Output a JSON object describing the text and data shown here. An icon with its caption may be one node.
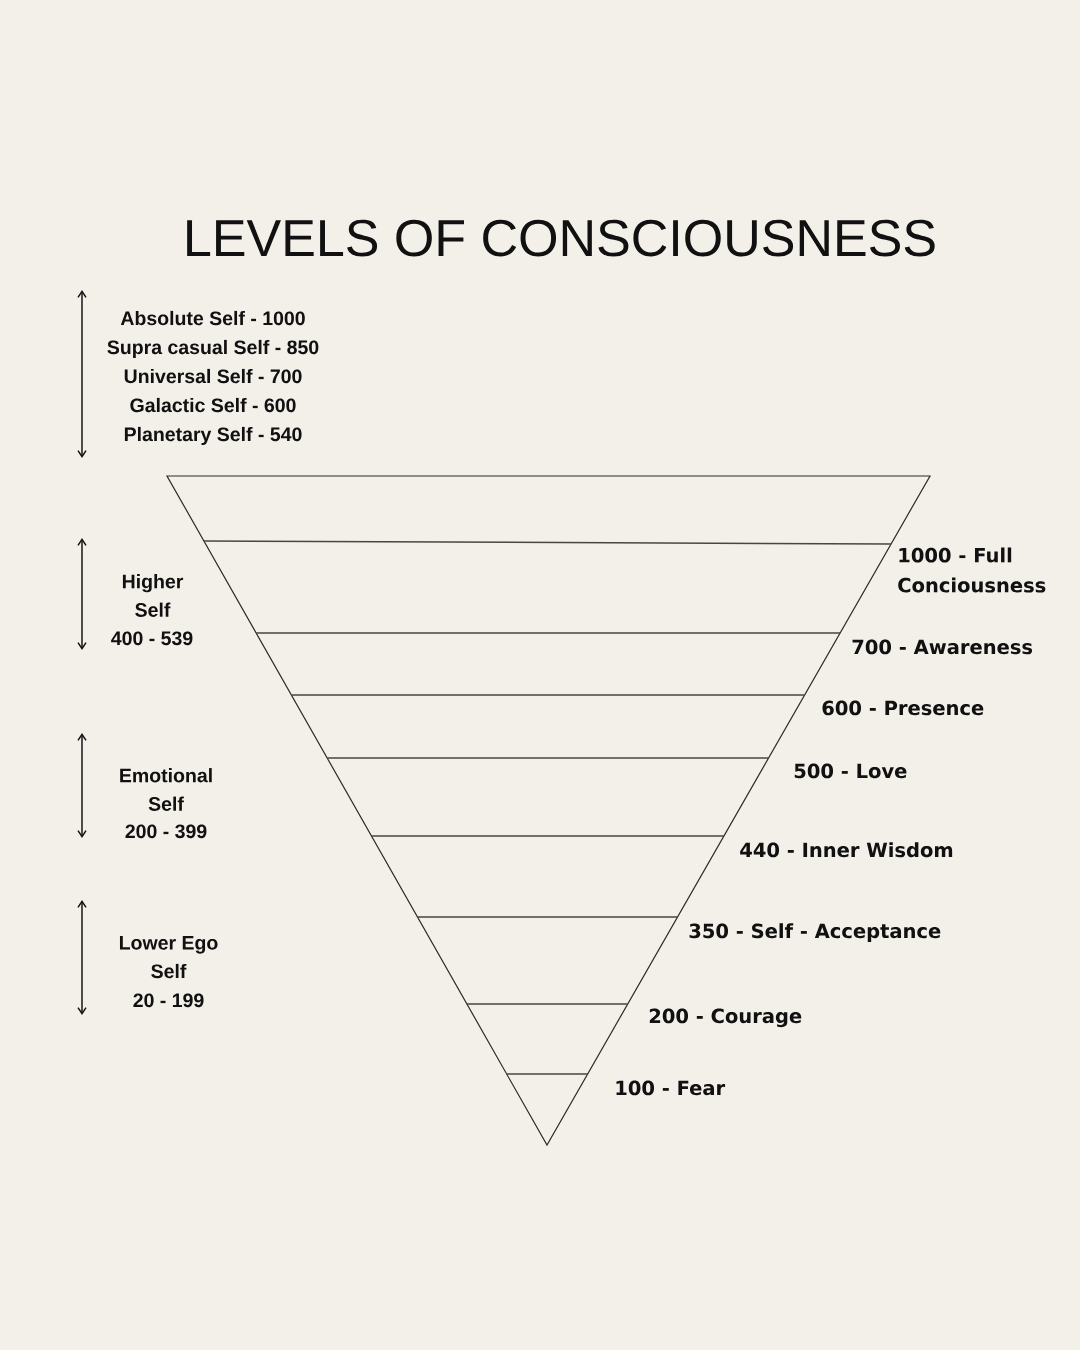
{
  "diagram": {
    "title": "LEVELS OF CONSCIOUSNESS",
    "labels": [
      "Absolute Self - 1000",
      "Supra casual Self - 850",
      "Universal Self - 700",
      "Galactic Self - 600",
      "Planetary Self - 540",
      "Higher Self",
      "400 - 539",
      "Emotional Self",
      "200 - 399",
      "Lower Ego Self",
      "20 - 199",
      "1000 - Full Conciousness",
      "700 - Awareness",
      "600 - Presence",
      "500 - Love",
      "440 - Inner Wisdom",
      "350 - Self - Acceptance",
      "200 - Courage",
      "100 - Fear"
    ]
  }
}
